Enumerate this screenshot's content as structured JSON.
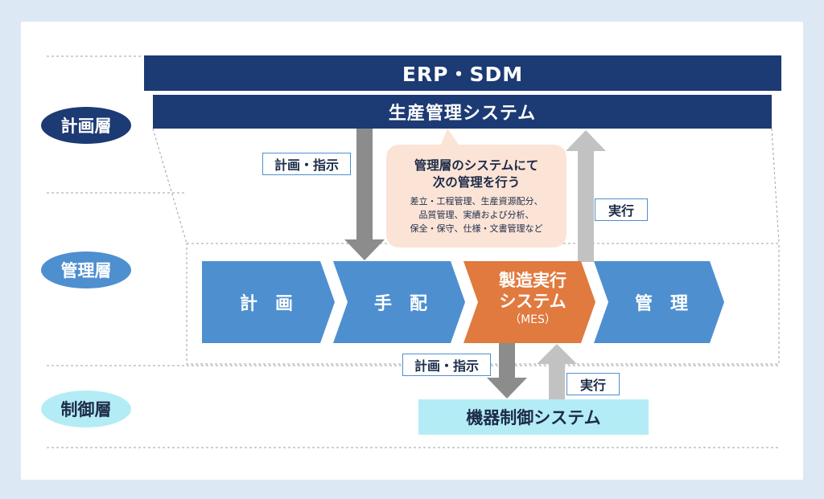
{
  "layers": {
    "plan": "計画層",
    "manage": "管理層",
    "control": "制御層"
  },
  "erp": "ERP・SDM",
  "production": "生産管理システム",
  "tags": {
    "plan_instruction_top": "計画・指示",
    "execute_top": "実行",
    "plan_instruction_bottom": "計画・指示",
    "execute_bottom": "実行"
  },
  "bubble": {
    "title_line1": "管理層のシステムにて",
    "title_line2": "次の管理を行う",
    "detail_line1": "差立・工程管理、生産資源配分、",
    "detail_line2": "品質管理、実績および分析、",
    "detail_line3": "保全・保守、仕様・文書管理など"
  },
  "flow": {
    "step1": "計　画",
    "step2": "手　配",
    "mes_line1": "製造実行",
    "mes_line2": "システム",
    "mes_line3": "（MES）",
    "step4": "管　理"
  },
  "device": "機器制御システム",
  "colors": {
    "navy": "#1c3a73",
    "blue": "#4e8fd0",
    "orange": "#e07a3e",
    "light_cyan": "#b4ecf6",
    "bubble": "#fbe3d6",
    "arrow_dark": "#8c8c8c",
    "arrow_light": "#c2c2c2"
  }
}
